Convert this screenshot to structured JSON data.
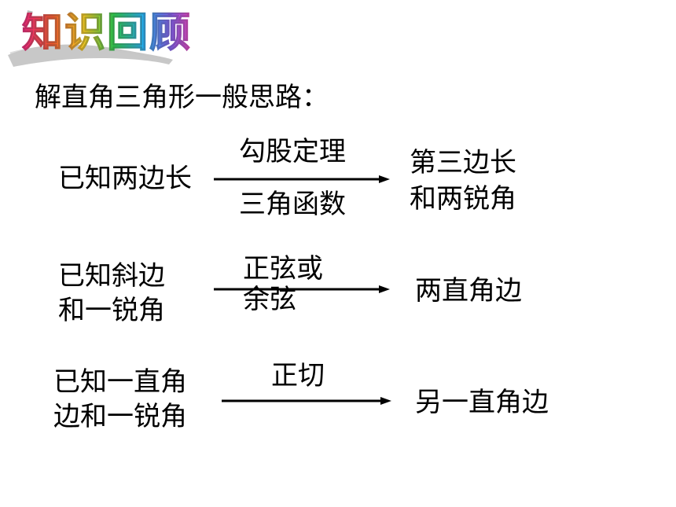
{
  "title": {
    "text": "知识回顾"
  },
  "heading": "解直角三角形一般思路：",
  "rows": [
    {
      "left": "已知两边长",
      "top": "勾股定理",
      "bottom": "三角函数",
      "right_lines": [
        "第三边长",
        "和两锐角"
      ]
    },
    {
      "left_lines": [
        "已知斜边",
        "和一锐角"
      ],
      "top_lines": [
        "正弦或",
        "余弦"
      ],
      "right": "两直角边"
    },
    {
      "left_lines": [
        "已知一直角",
        "边和一锐角"
      ],
      "top": "正切",
      "right": "另一直角边"
    }
  ],
  "colors": {
    "text": "#000000",
    "background": "#ffffff"
  }
}
